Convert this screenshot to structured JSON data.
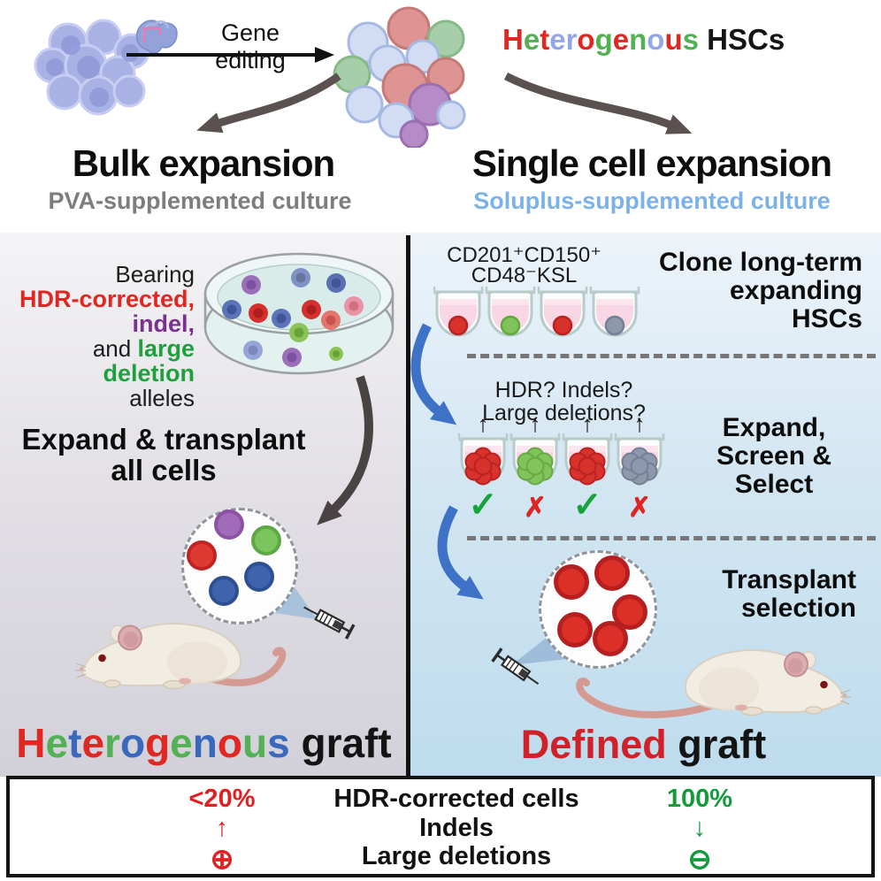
{
  "top": {
    "gene_editing": "Gene editing",
    "heterogenous": {
      "letters": [
        {
          "c": "H",
          "color": "#e02721"
        },
        {
          "c": "e",
          "color": "#53b154"
        },
        {
          "c": "t",
          "color": "#e02721"
        },
        {
          "c": "e",
          "color": "#93a7e6"
        },
        {
          "c": "r",
          "color": "#93a7e6"
        },
        {
          "c": "o",
          "color": "#e02721"
        },
        {
          "c": "g",
          "color": "#53b154"
        },
        {
          "c": "e",
          "color": "#e02721"
        },
        {
          "c": "n",
          "color": "#53b154"
        },
        {
          "c": "o",
          "color": "#93a7e6"
        },
        {
          "c": "u",
          "color": "#e02721"
        },
        {
          "c": "s",
          "color": "#53b154"
        }
      ],
      "suffix": " HSCs"
    }
  },
  "left": {
    "title": "Bulk expansion",
    "subtitle": "PVA-supplemented culture",
    "bearing": {
      "intro": "Bearing",
      "hdr": "HDR-corrected,",
      "indel": "indel,",
      "and": "and ",
      "large": "large deletion",
      "alleles": "alleles"
    },
    "expand": {
      "line1": "Expand & transplant",
      "line2": "all cells"
    },
    "graft": {
      "letters": [
        {
          "c": "H",
          "color": "#e02721"
        },
        {
          "c": "e",
          "color": "#53b154"
        },
        {
          "c": "t",
          "color": "#3a68bd"
        },
        {
          "c": "e",
          "color": "#e02721"
        },
        {
          "c": "r",
          "color": "#53b154"
        },
        {
          "c": "o",
          "color": "#3a68bd"
        },
        {
          "c": "g",
          "color": "#e02721"
        },
        {
          "c": "e",
          "color": "#53b154"
        },
        {
          "c": "n",
          "color": "#3a68bd"
        },
        {
          "c": "o",
          "color": "#e02721"
        },
        {
          "c": "u",
          "color": "#53b154"
        },
        {
          "c": "s",
          "color": "#3a68bd"
        }
      ],
      "suffix": " graft"
    }
  },
  "right": {
    "title": "Single cell expansion",
    "subtitle": "Soluplus-supplemented culture",
    "markers": {
      "line1": "CD201⁺CD150⁺",
      "line2": "CD48⁻KSL"
    },
    "clone": {
      "line1": "Clone long-term",
      "line2": "expanding",
      "line3": "HSCs"
    },
    "question": {
      "line1": "HDR? Indels?",
      "line2": "Large deletions?"
    },
    "screen": {
      "line1": "Expand,",
      "line2": "Screen &",
      "line3": "Select",
      "results": [
        "✓",
        "✗",
        "✓",
        "✗"
      ]
    },
    "transplant": {
      "line1": "Transplant",
      "line2": "selection"
    },
    "defined": {
      "word": "Defined",
      "suffix": " graft"
    }
  },
  "table": {
    "rows": [
      {
        "left": "<20%",
        "center": "HDR-corrected cells",
        "right": "100%"
      },
      {
        "left": "↑",
        "center": "Indels",
        "right": "↓"
      },
      {
        "left": "⊕",
        "center": "Large deletions",
        "right": "⊖"
      }
    ]
  },
  "palette": {
    "accent_red": "#e02721",
    "accent_green": "#1fa03c",
    "accent_blue_letters": "#3a68bd",
    "indel_purple": "#7c2f92",
    "pva_gray": "#7d7d7d",
    "soluplus_blue": "#7cb2ea",
    "workflow_blue_arrow": "#3d72c6",
    "dark_arrow": "#5a5150",
    "defined_red": "#cf2127"
  }
}
